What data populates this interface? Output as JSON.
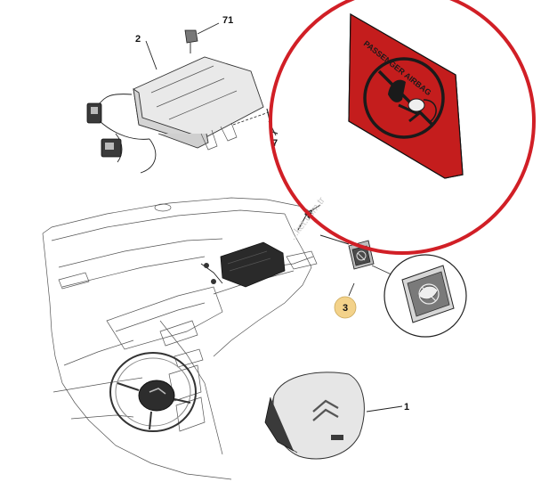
{
  "callouts": {
    "airbag_module": "2",
    "clip": "71",
    "connector_ref": "7",
    "indicator_label": "3",
    "driver_airbag": "1"
  },
  "placard": {
    "text": "PASSENGER AIRBAG",
    "background": "#c41d1d",
    "symbol_color": "#1a1a1a"
  },
  "watermark": "...ket.com.tr",
  "colors": {
    "highlight_circle": "#d11f26",
    "callout_badge": "#f3d28a",
    "line": "#222222"
  },
  "icons": [
    "airbag-module-icon",
    "driver-airbag-icon",
    "dashboard-icon",
    "steering-wheel-icon",
    "passenger-airbag-off-icon"
  ]
}
